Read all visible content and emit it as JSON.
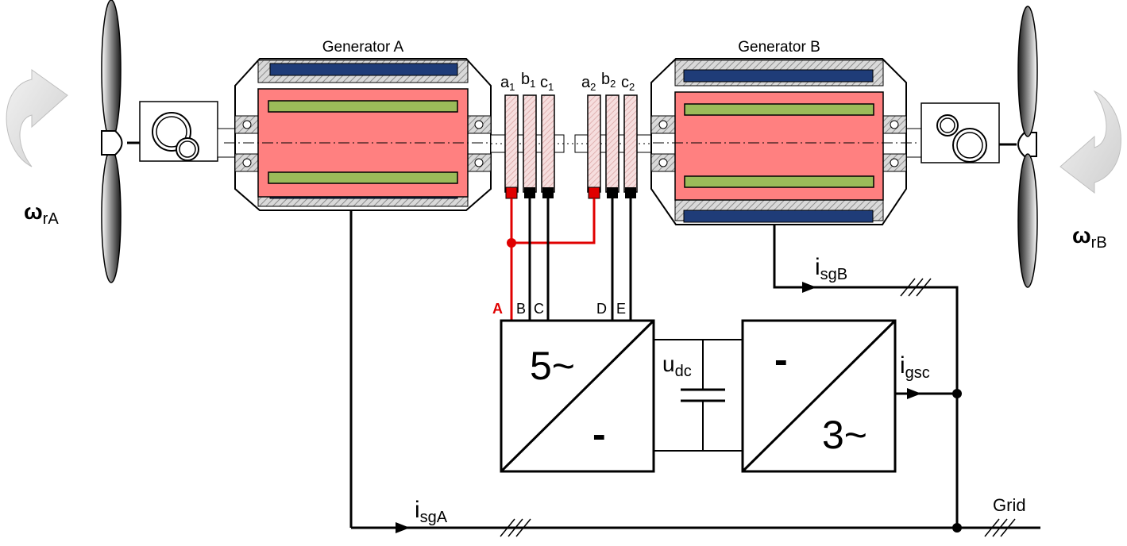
{
  "generator_a": {
    "title": "Generator A"
  },
  "generator_b": {
    "title": "Generator B"
  },
  "phases_a": [
    {
      "letter": "a",
      "sub": "1"
    },
    {
      "letter": "b",
      "sub": "1"
    },
    {
      "letter": "c",
      "sub": "1"
    }
  ],
  "phases_b": [
    {
      "letter": "a",
      "sub": "2"
    },
    {
      "letter": "b",
      "sub": "2"
    },
    {
      "letter": "c",
      "sub": "2"
    }
  ],
  "terminals": [
    "A",
    "B",
    "C",
    "D",
    "E"
  ],
  "converter_left": {
    "top": "5~",
    "bottom": "-"
  },
  "converter_right": {
    "top": "-",
    "bottom": "3~"
  },
  "dc_link": {
    "symbol": "u",
    "sub": "dc"
  },
  "currents": {
    "isgA": {
      "symbol": "i",
      "sub": "sgA"
    },
    "isgB": {
      "symbol": "i",
      "sub": "sgB"
    },
    "igsc": {
      "symbol": "i",
      "sub": "gsc"
    }
  },
  "speeds": {
    "left": {
      "symbol": "ω",
      "sub": "rA"
    },
    "right": {
      "symbol": "ω",
      "sub": "rB"
    }
  },
  "grid": {
    "label": "Grid"
  },
  "colors": {
    "core": "#ff8080",
    "winding": "#9bbb59",
    "stator": "#1f3c78",
    "highlight": "#e00000",
    "casing": "#ffffff",
    "hatch": "#bdbdbd"
  }
}
